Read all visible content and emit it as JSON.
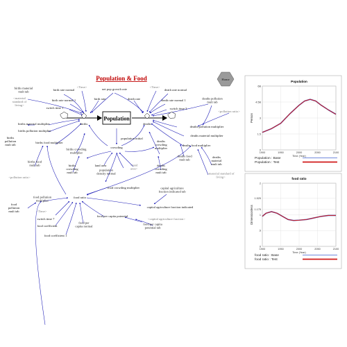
{
  "header": {
    "title": "Population  &  Food",
    "home_label": "Home"
  },
  "stock": {
    "label": "Population"
  },
  "flows": {
    "inflow": "births",
    "outflow": "deaths"
  },
  "variables": {
    "births_material_mult_tab": "births material\nmult tab",
    "birth_rate_normal": "birth rate normal",
    "time": "<Time>",
    "net_pop_growth_rate": "net pop growth rate",
    "time2": "<Time>",
    "death_rate_normal": "death rate normal",
    "material_standard": "<material\nstandard of\nliving>",
    "birth_rate_normal_1": "birth rate normal 1",
    "birth_rate": "birth rate",
    "death_rate": "death rate",
    "death_rate_normal_1": "death rate normal 1",
    "deaths_pollution_mult_tab": "deaths pollution\nmult tab",
    "switch_time_1": "switch time 1",
    "switch_time_3": "switch time 3",
    "pollution_ratio_r": "<pollution ratio>",
    "births_material_multiplier": "births material multiplier",
    "deaths_pollution_multiplier": "deaths pollution multiplier",
    "births_pollution_multiplier": "births pollution multiplier",
    "population_initial": "population initial",
    "deaths_material_multiplier": "deaths material multiplier",
    "births_pollution_mult_tab": "births\npollution\nmult tab",
    "births_food_multiplier": "births food multiplier",
    "crowding": "crowding",
    "deaths_crowding_multiplier": "deaths\ncrowding\nmultiplier",
    "deaths_food_multiplier": "deaths food multiplier",
    "births_crowding_multiplier": "births crowding\nmultiplier",
    "deaths_material_mult_tab": "deaths\nmaterial\nmult tab",
    "births_food_mult_tab": "births food\nmult tab",
    "land_area": "land area",
    "population_density_normal": "population\ndensity normal",
    "land_area_g": "<land\narea>",
    "births_crowding_mult_tab": "births\ncrowding\nmult tab",
    "deaths_crowding_mult_tab": "deaths\ncrowding\nmult tab",
    "deaths_food_mult_tab": "deaths food\nmult tab",
    "material_standard_l": "<material standard of\nliving>",
    "pollution_ratio_l": "<pollution ratio>",
    "food_crowding_multiplier": "food crowding multiplier",
    "capital_ag_fraction_indicated_tab": "capital agriculture\nfraction indicated tab",
    "food_pollution_multiplier": "food pollution\nmultiplier",
    "food_ratio": "food ratio",
    "capital_ag_fraction_indicated": "capital agriculture fraction indicated",
    "food_pollution_mult_tab": "food\npollution\nmult tab",
    "switch_time_7": "switch time 7",
    "food_per_capita_potential": "food per capita potential",
    "capital_ag_fraction": "<capital agriculture fraction>",
    "time3": "<Time>",
    "food_coefficient": "food coefficient",
    "food_per_capita_normal": "food per\ncapita normal",
    "food_per_capita_potential_tab": "food per capita\npotential tab",
    "food_coefficient_1": "food coefficient 1"
  },
  "chart_data": [
    {
      "type": "line",
      "title": "Population",
      "xlabel": "Time (Year)",
      "ylabel": "Person",
      "xlim": [
        1900,
        2100
      ],
      "ylim": [
        0,
        6
      ],
      "x_ticks": [
        "1900",
        "1950",
        "2000",
        "2050",
        "2100"
      ],
      "y_ticks": [
        "0",
        "1.5",
        "3",
        "4.5B",
        "6B"
      ],
      "x": [
        1900,
        1925,
        1950,
        1975,
        2000,
        2015,
        2030,
        2045,
        2060,
        2080,
        2100
      ],
      "series": [
        {
          "name": "Population : Base",
          "color": "#4060d0",
          "values": [
            1.65,
            2.0,
            2.5,
            3.4,
            4.2,
            4.6,
            4.75,
            4.6,
            4.2,
            3.75,
            3.35
          ]
        },
        {
          "name": "Population : Test",
          "color": "#d01818",
          "values": [
            1.65,
            2.0,
            2.5,
            3.4,
            4.2,
            4.6,
            4.75,
            4.6,
            4.2,
            3.75,
            3.35
          ]
        }
      ],
      "grid": true,
      "legend": "bottom"
    },
    {
      "type": "line",
      "title": "food ratio",
      "xlabel": "Time (Year)",
      "ylabel": "Dimensionless",
      "xlim": [
        1900,
        2100
      ],
      "ylim": [
        0,
        2
      ],
      "x_ticks": [
        "1900",
        "1950",
        "2000",
        "2050",
        "2100"
      ],
      "y_ticks": [
        "0",
        ".5",
        "1",
        "1.175",
        "1.525",
        "2"
      ],
      "x": [
        1900,
        1910,
        1925,
        1940,
        1955,
        1970,
        1985,
        2000,
        2020,
        2040,
        2060,
        2080,
        2100
      ],
      "series": [
        {
          "name": "food ratio : Base",
          "color": "#4060d0",
          "values": [
            0.95,
            1.05,
            1.1,
            1.05,
            0.95,
            0.85,
            0.82,
            0.83,
            0.85,
            0.9,
            0.95,
            0.98,
            0.98
          ]
        },
        {
          "name": "food ratio : Test",
          "color": "#d01818",
          "values": [
            0.95,
            1.05,
            1.1,
            1.05,
            0.95,
            0.85,
            0.82,
            0.83,
            0.85,
            0.9,
            0.95,
            0.98,
            0.98
          ]
        }
      ],
      "grid": true,
      "legend": "bottom"
    }
  ]
}
